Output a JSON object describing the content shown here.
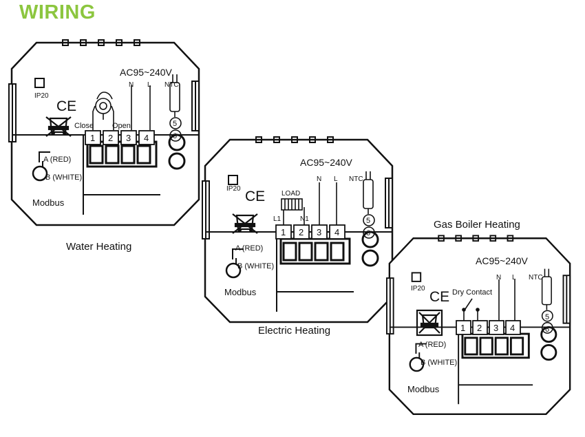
{
  "title": "WIRING",
  "captions": {
    "water": "Water Heating",
    "electric": "Electric Heating",
    "gas": "Gas Boiler Heating"
  },
  "common": {
    "voltage": "AC95~240V",
    "n_label": "N",
    "l_label": "L",
    "ntc_label": "NTC",
    "ip_label": "IP20",
    "ce_mark": "CE",
    "terminals": [
      "1",
      "2",
      "3",
      "4"
    ],
    "ntc_terminals": [
      "5",
      "6"
    ],
    "a_label": "A (RED)",
    "b_label": "B (WHITE)",
    "modbus_label": "Modbus"
  },
  "water": {
    "close_label": "Close",
    "open_label": "Open"
  },
  "electric": {
    "load_label": "LOAD",
    "l1_label": "L1",
    "n1_label": "N1"
  },
  "gas": {
    "dry_contact_label": "Dry Contact"
  },
  "colors": {
    "title": "#8cc63f",
    "line": "#111111"
  }
}
